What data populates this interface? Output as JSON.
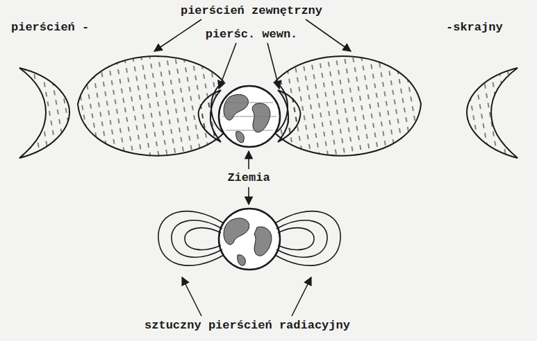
{
  "diagram": {
    "labels": [
      "pierścień -",
      "pierścień zewnętrzny",
      "pierśc. wewn.",
      "-skrajny",
      "Ziemia",
      "sztuczny pierścień radiacyjny"
    ]
  }
}
